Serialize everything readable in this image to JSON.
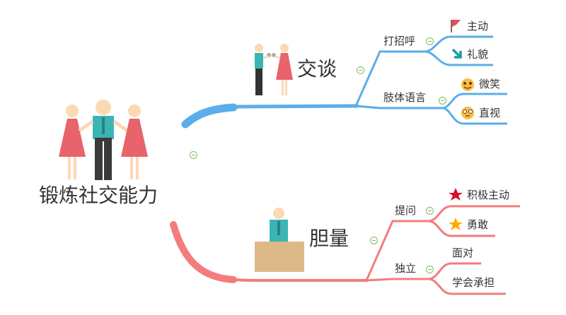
{
  "central": {
    "title": "锻炼社交能力"
  },
  "colors": {
    "blue": "#5aaeea",
    "pink": "#f47c7c",
    "collapse": "#7cbf5a"
  },
  "branches": [
    {
      "title": "交谈",
      "icon": "talking-people-icon",
      "children": [
        {
          "label": "打招呼",
          "children": [
            {
              "label": "主动",
              "icon": "red-flag-icon"
            },
            {
              "label": "礼貌",
              "icon": "teal-arrow-icon"
            }
          ]
        },
        {
          "label": "肢体语言",
          "children": [
            {
              "label": "微笑",
              "icon": "smile-emoji-icon"
            },
            {
              "label": "直视",
              "icon": "stare-emoji-icon"
            }
          ]
        }
      ]
    },
    {
      "title": "胆量",
      "icon": "person-at-desk-icon",
      "children": [
        {
          "label": "提问",
          "children": [
            {
              "label": "积极主动",
              "icon": "red-star-icon"
            },
            {
              "label": "勇敢",
              "icon": "orange-star-icon"
            }
          ]
        },
        {
          "label": "独立",
          "children": [
            {
              "label": "面对"
            },
            {
              "label": "学会承担"
            }
          ]
        }
      ]
    }
  ]
}
